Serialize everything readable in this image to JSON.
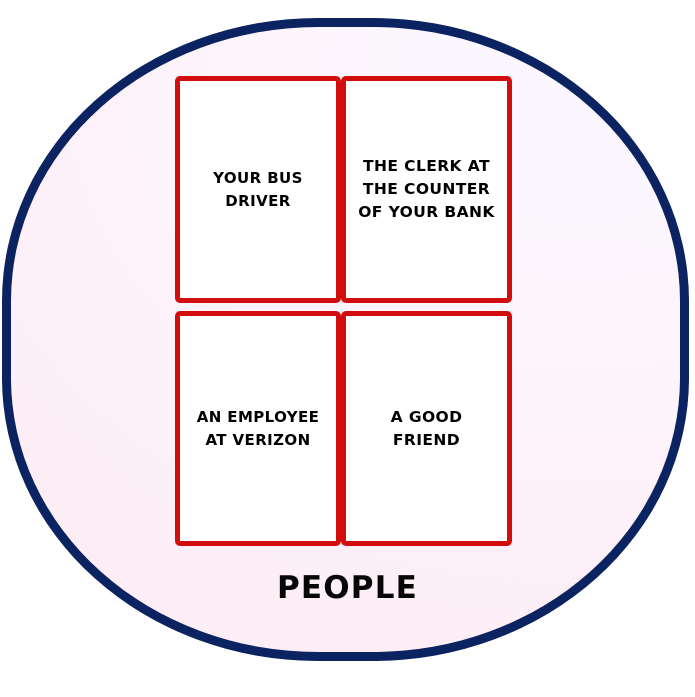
{
  "diagram": {
    "container_label": "PEOPLE",
    "container_border_color": "#0b2360",
    "container_fill_color": "#fdf2f9",
    "card_border_color": "#d20d0d",
    "card_fill_color": "#ffffff",
    "text_color": "#000000",
    "cards": [
      {
        "id": "bus-driver",
        "label": "YOUR BUS\nDRIVER"
      },
      {
        "id": "bank-clerk",
        "label": "THE CLERK AT\nTHE COUNTER\nOF YOUR BANK"
      },
      {
        "id": "verizon-employee",
        "label": "AN EMPLOYEE\nAT VERIZON"
      },
      {
        "id": "good-friend",
        "label": "A GOOD\nFRIEND"
      }
    ]
  }
}
